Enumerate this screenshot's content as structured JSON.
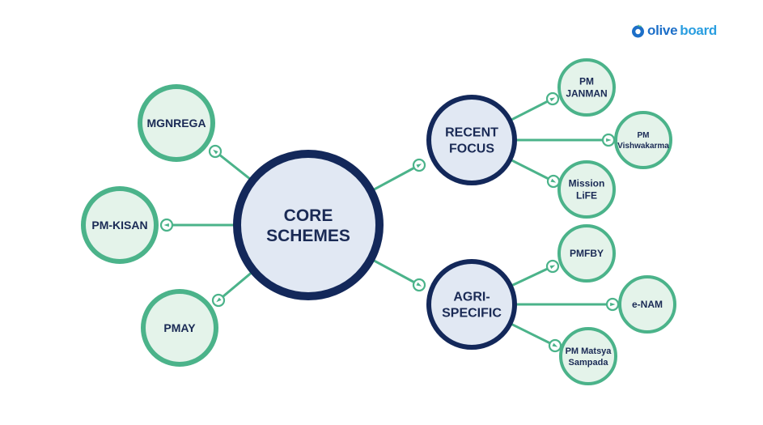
{
  "brand": {
    "logo_text_a": "olive",
    "logo_text_b": "board",
    "logo_icon": "olive-drop-icon"
  },
  "colors": {
    "navy": "#13285a",
    "green": "#4bb38a",
    "fill": "#e1e8f3",
    "leaf_fill": "#e4f3ea",
    "text": "#1a2a55"
  },
  "center": {
    "lines": [
      "CORE",
      "SCHEMES"
    ]
  },
  "left_nodes": [
    {
      "id": "mgnrega",
      "lines": [
        "MGNREGA"
      ]
    },
    {
      "id": "pm-kisan",
      "lines": [
        "PM-KISAN"
      ]
    },
    {
      "id": "pmay",
      "lines": [
        "PMAY"
      ]
    }
  ],
  "hubs": [
    {
      "id": "recent-focus",
      "lines": [
        "RECENT",
        "FOCUS"
      ],
      "children": [
        {
          "id": "pm-janman",
          "lines": [
            "PM",
            "JANMAN"
          ]
        },
        {
          "id": "pm-vishwakarma",
          "lines": [
            "PM",
            "Vishwakarma"
          ]
        },
        {
          "id": "mission-life",
          "lines": [
            "Mission",
            "LiFE"
          ]
        }
      ]
    },
    {
      "id": "agri-specific",
      "lines": [
        "AGRI-",
        "SPECIFIC"
      ],
      "children": [
        {
          "id": "pmfby",
          "lines": [
            "PMFBY"
          ]
        },
        {
          "id": "e-nam",
          "lines": [
            "e-NAM"
          ]
        },
        {
          "id": "pm-matsya-sampada",
          "lines": [
            "PM Matsya",
            "Sampada"
          ]
        }
      ]
    }
  ]
}
